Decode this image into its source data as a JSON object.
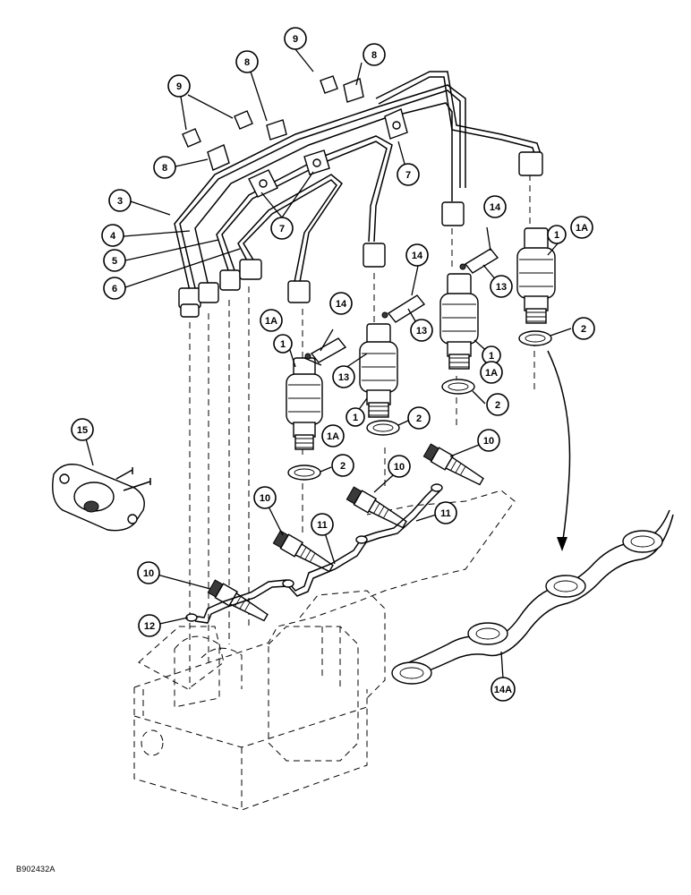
{
  "figure_code": "B902432A",
  "callouts": {
    "c1": "1",
    "c1a": "1A",
    "c2": "2",
    "c3": "3",
    "c4": "4",
    "c5": "5",
    "c6": "6",
    "c7": "7",
    "c8": "8",
    "c9": "9",
    "c10": "10",
    "c11": "11",
    "c12": "12",
    "c13": "13",
    "c14": "14",
    "c14a": "14A",
    "c15": "15"
  }
}
